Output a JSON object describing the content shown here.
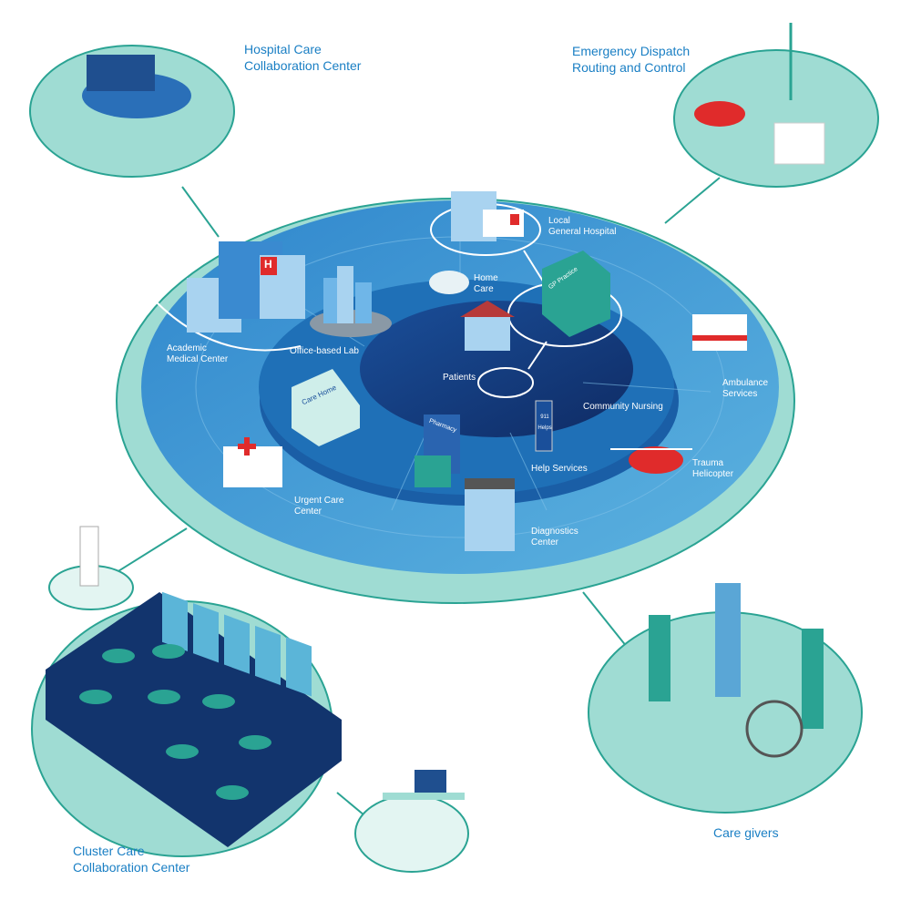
{
  "satellites": {
    "hospital_ccc": "Hospital Care\nCollaboration Center",
    "emergency": "Emergency Dispatch\nRouting and Control",
    "cluster_ccc": "Cluster Care\nCollaboration Center",
    "care_givers": "Care givers"
  },
  "nodes": {
    "local_hospital": "Local\nGeneral Hospital",
    "home_care": "Home\nCare",
    "academic": "Academic\nMedical Center",
    "office_lab": "Office-based Lab",
    "patients": "Patients",
    "community_nursing": "Community Nursing",
    "ambulance": "Ambulance\nServices",
    "trauma": "Trauma\nHelicopter",
    "help_services": "Help Services",
    "diagnostics": "Diagnostics\nCenter",
    "urgent_care": "Urgent Care\nCenter"
  },
  "signs": {
    "care_home": "Care Home",
    "pharmacy": "Pharmacy",
    "gp_practice": "GP Practice",
    "help_kiosk": "911 Helps",
    "hospital_h": "H"
  },
  "colors": {
    "teal": "#93d6cd",
    "rim": "#2aa393",
    "blue": "#3d92d2",
    "mid": "#1d6db3",
    "dark": "#0c2a5c"
  }
}
